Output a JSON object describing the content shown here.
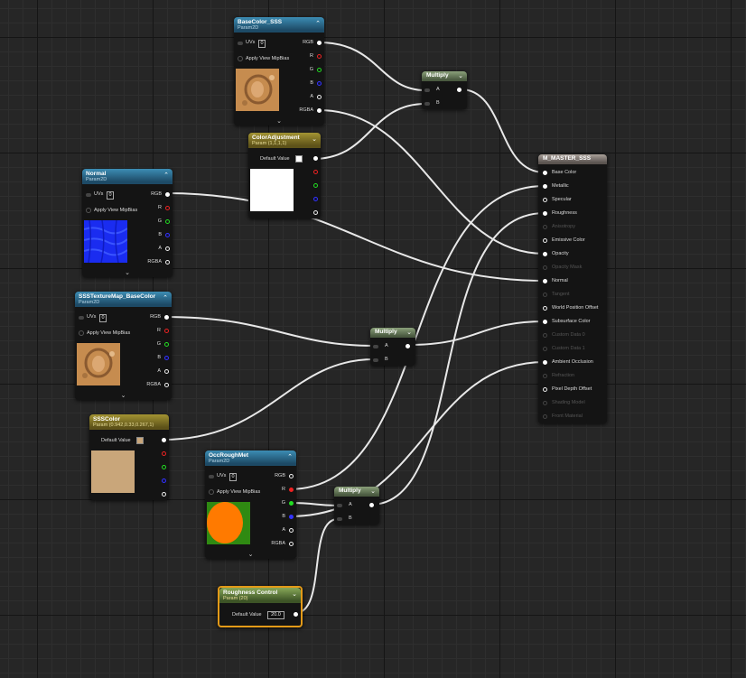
{
  "colors": {
    "background": "#262626",
    "wire": "#e8e8e8",
    "texture_header": "#2f78a0",
    "param_header": "#8a7b2a",
    "selected_outline": "#e39a18"
  },
  "basecolor_sss": {
    "title": "BaseColor_SSS",
    "subtitle": "Param2D",
    "uvs_label": "UVs",
    "uvs_value": "0",
    "mip_label": "Apply View MipBias",
    "outputs": [
      "RGB",
      "R",
      "G",
      "B",
      "A",
      "RGBA"
    ]
  },
  "normal": {
    "title": "Normal",
    "subtitle": "Param2D",
    "uvs_label": "UVs",
    "uvs_value": "0",
    "mip_label": "Apply View MipBias",
    "outputs": [
      "RGB",
      "R",
      "G",
      "B",
      "A",
      "RGBA"
    ]
  },
  "sss_texture": {
    "title": "SSSTextureMap_BaseColor",
    "subtitle": "Param2D",
    "uvs_label": "UVs",
    "uvs_value": "0",
    "mip_label": "Apply View MipBias",
    "outputs": [
      "RGB",
      "R",
      "G",
      "B",
      "A",
      "RGBA"
    ]
  },
  "occroughmet": {
    "title": "OccRoughMet",
    "subtitle": "Param2D",
    "uvs_label": "UVs",
    "uvs_value": "0",
    "mip_label": "Apply View MipBias",
    "outputs": [
      "RGB",
      "R",
      "G",
      "B",
      "A",
      "RGBA"
    ]
  },
  "color_adjustment": {
    "title": "ColorAdjustment",
    "subtitle": "Param (1,1,1,1)",
    "default_label": "Default Value",
    "swatch_color": "#ffffff"
  },
  "sss_color": {
    "title": "SSSColor",
    "subtitle": "Param (0.942,0.33,0.267,1)",
    "default_label": "Default Value",
    "swatch_color": "#c9a67a"
  },
  "roughness_control": {
    "title": "Roughness Control",
    "subtitle": "Param (20)",
    "default_label": "Default Value",
    "default_value": "20.0"
  },
  "multiply_1": {
    "title": "Multiply",
    "inputs": [
      "A",
      "B"
    ]
  },
  "multiply_2": {
    "title": "Multiply",
    "inputs": [
      "A",
      "B"
    ]
  },
  "multiply_3": {
    "title": "Multiply",
    "inputs": [
      "A",
      "B"
    ]
  },
  "master": {
    "title": "M_MASTER_SSS",
    "inputs": [
      {
        "label": "Base Color",
        "active": true,
        "connected": true
      },
      {
        "label": "Metallic",
        "active": true,
        "connected": true
      },
      {
        "label": "Specular",
        "active": true,
        "connected": false
      },
      {
        "label": "Roughness",
        "active": true,
        "connected": true
      },
      {
        "label": "Anisotropy",
        "active": false,
        "connected": false
      },
      {
        "label": "Emissive Color",
        "active": true,
        "connected": false
      },
      {
        "label": "Opacity",
        "active": true,
        "connected": true
      },
      {
        "label": "Opacity Mask",
        "active": false,
        "connected": false
      },
      {
        "label": "Normal",
        "active": true,
        "connected": true
      },
      {
        "label": "Tangent",
        "active": false,
        "connected": false
      },
      {
        "label": "World Position Offset",
        "active": true,
        "connected": false
      },
      {
        "label": "Subsurface Color",
        "active": true,
        "connected": true
      },
      {
        "label": "Custom Data 0",
        "active": false,
        "connected": false
      },
      {
        "label": "Custom Data 1",
        "active": false,
        "connected": false
      },
      {
        "label": "Ambient Occlusion",
        "active": true,
        "connected": true
      },
      {
        "label": "Refraction",
        "active": false,
        "connected": false
      },
      {
        "label": "Pixel Depth Offset",
        "active": true,
        "connected": false
      },
      {
        "label": "Shading Model",
        "active": false,
        "connected": false
      },
      {
        "label": "Front Material",
        "active": false,
        "connected": false
      }
    ]
  }
}
